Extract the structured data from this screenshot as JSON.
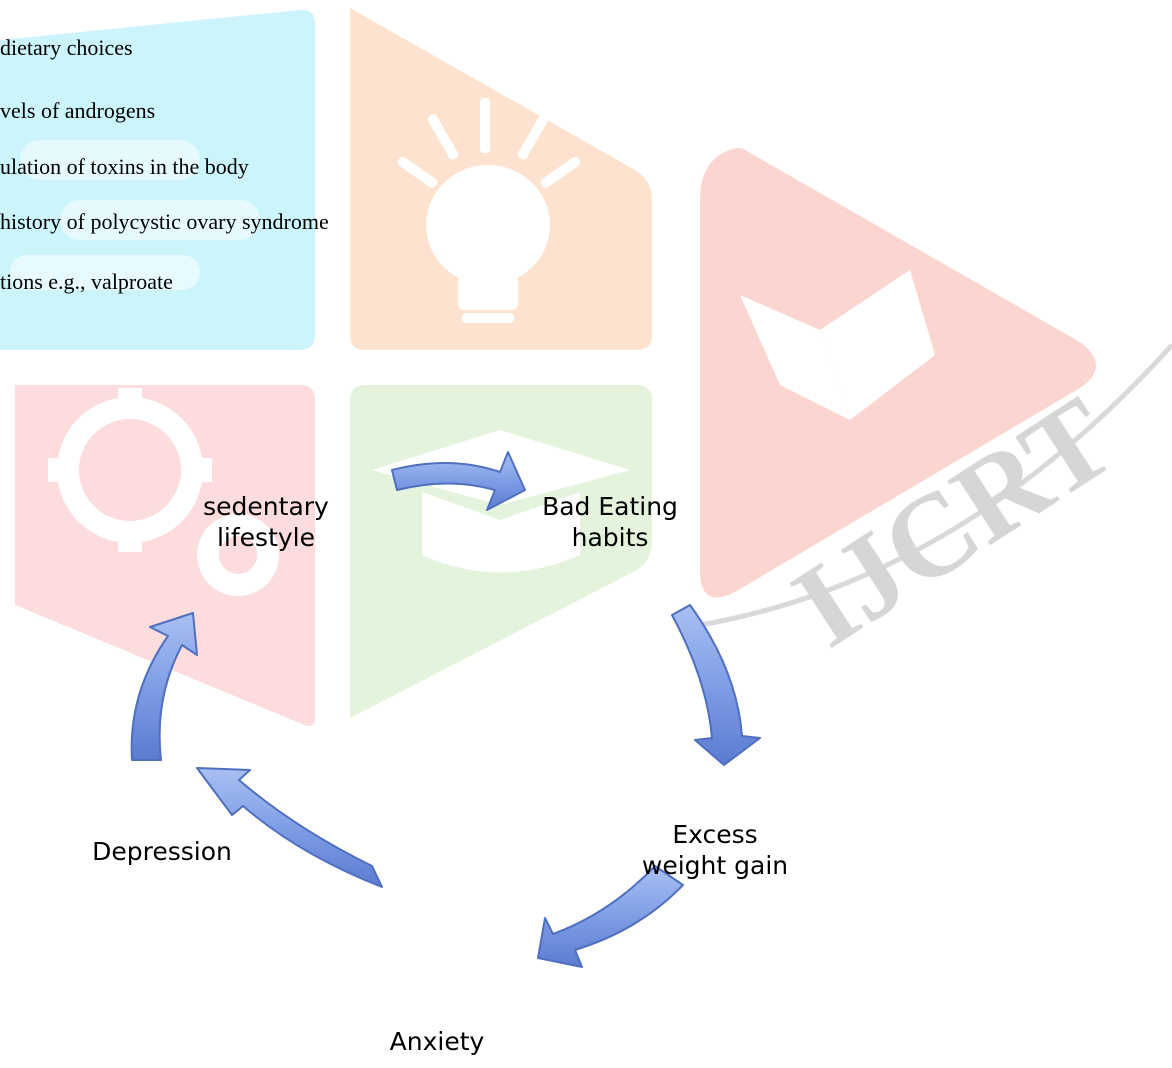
{
  "list_items": [
    "dietary choices",
    "vels of androgens",
    "ulation of toxins in the body",
    "history of polycystic ovary syndrome",
    "tions e.g., valproate"
  ],
  "cycle": {
    "nodes": [
      {
        "line1": "sedentary",
        "line2": "lifestyle"
      },
      {
        "line1": "Bad Eating",
        "line2": "habits"
      },
      {
        "line1": "Excess",
        "line2": "weight gain"
      },
      {
        "line1": "Anxiety",
        "line2": ""
      },
      {
        "line1": "Depression",
        "line2": ""
      }
    ]
  },
  "watermark": {
    "text": "IJCRT"
  },
  "colors": {
    "arrow_fill": "#7f9ee6",
    "arrow_edge": "#4f6fbf",
    "tile_cyan": "#ccf4fb",
    "tile_orange": "#fde3cf",
    "tile_pink": "#fcdcdc",
    "tile_green": "#e4f3dc",
    "play_red": "#fbd6d0",
    "watermark_gray": "#d9d9d9"
  }
}
